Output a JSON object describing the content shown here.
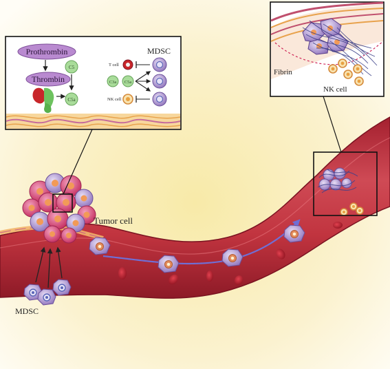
{
  "figure": {
    "tumor_label": "Tumor cell",
    "mdsc_label": "MDSC",
    "inset_left": {
      "prothrombin": "Prothrombin",
      "thrombin": "Thrombin",
      "c5": "C5",
      "c5a": "C5a",
      "mdsc_title": "MDSC",
      "t_cell": "T cell",
      "c3a": "C3a",
      "c5a_small": "C5a",
      "nk_cell": "NK cell"
    },
    "inset_right": {
      "fibrin": "Fibrin",
      "nk_cell": "NK cell"
    }
  },
  "colors": {
    "vessel": "#c2343f",
    "vessel_dark": "#8e1d2a",
    "tumor_cell": "#d94a72",
    "mdsc_cell": "#9b7fc2",
    "rbc": "#b81d2a",
    "fibrin": "#3b3f8c",
    "background_glow": "#f6e7a8"
  }
}
